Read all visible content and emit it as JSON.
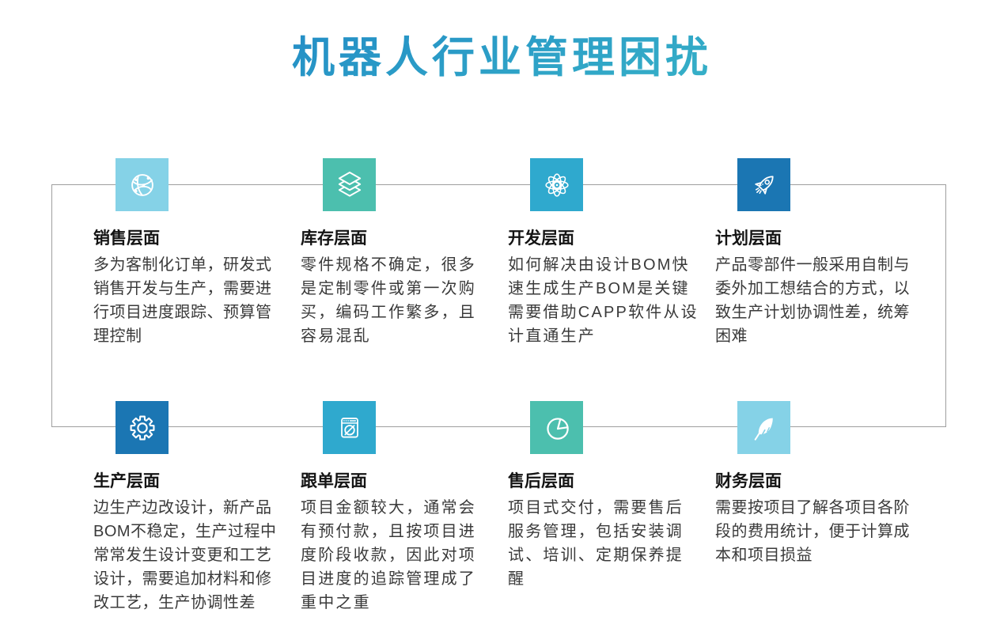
{
  "page": {
    "title": "机器人行业管理困扰"
  },
  "colors": {
    "title_gradient_start": "#1f86c6",
    "title_gradient_end": "#40c3c8",
    "connector_line": "#9e9e9e",
    "light_blue": "#85d2e7",
    "teal": "#4cbfae",
    "cyan": "#2fa9ce",
    "dark_blue": "#1b76b3"
  },
  "sections": [
    {
      "title": "销售层面",
      "icon": "globe-network-icon",
      "color": "#85d2e7",
      "desc": "多为客制化订单，研发式\n销售开发与生产，需要进\n行项目进度跟踪、预算管\n理控制"
    },
    {
      "title": "库存层面",
      "icon": "layers-icon",
      "color": "#4cbfae",
      "desc": "零件规格不确定，很多\n是定制零件或第一次购\n买，编码工作繁多，且\n容易混乱"
    },
    {
      "title": "开发层面",
      "icon": "atom-icon",
      "color": "#2fa9ce",
      "desc": "如何解决由设计BOM快\n速生成生产BOM是关键\n需要借助CAPP软件从设\n计直通生产"
    },
    {
      "title": "计划层面",
      "icon": "rocket-icon",
      "color": "#1b76b3",
      "desc": "产品零部件一般采用自制与\n委外加工想结合的方式，以\n致生产计划协调性差，统筹\n困难"
    },
    {
      "title": "生产层面",
      "icon": "gear-icon",
      "color": "#1b76b3",
      "desc": "边生产边改设计，新产品\nBOM不稳定，生产过程中\n常常发生设计变更和工艺\n设计，需要追加材料和修\n改工艺，生产协调性差"
    },
    {
      "title": "跟单层面",
      "icon": "browser-compass-icon",
      "color": "#2fa9ce",
      "desc": "项目金额较大，通常会\n有预付款，且按项目进\n度阶段收款，因此对项\n目进度的追踪管理成了\n重中之重"
    },
    {
      "title": "售后层面",
      "icon": "pie-chart-icon",
      "color": "#4cbfae",
      "desc": "项目式交付，需要售后\n服务管理，包括安装调\n试、培训、定期保养提\n醒"
    },
    {
      "title": "财务层面",
      "icon": "feather-icon",
      "color": "#85d2e7",
      "desc": "需要按项目了解各项目各阶\n段的费用统计，便于计算成\n本和项目损益"
    }
  ]
}
